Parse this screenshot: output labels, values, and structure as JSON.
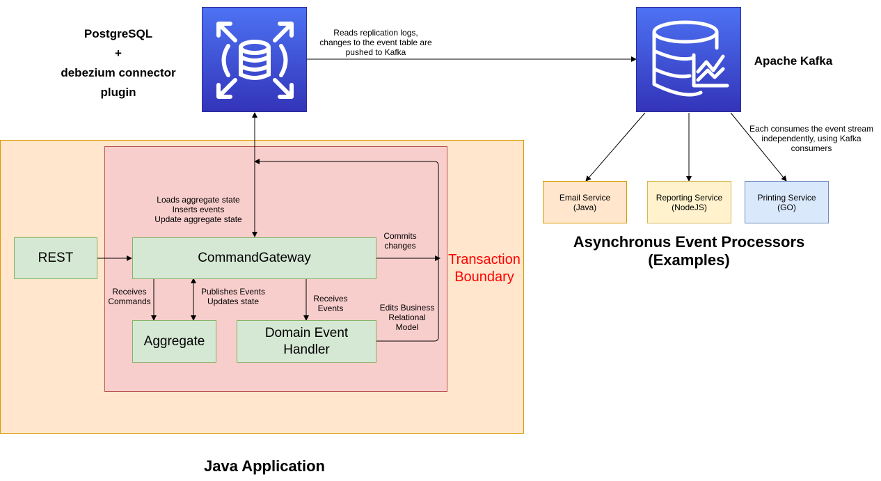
{
  "postgres_label": "PostgreSQL\n+\ndebezium connector\nplugin",
  "kafka_label": "Apache Kafka",
  "replication_note": "Reads replication logs,\nchanges to the event table are\npushed to Kafka",
  "consume_note": "Each consumes the event stream\nindependently, using Kafka\nconsumers",
  "services": {
    "email": "Email Service\n(Java)",
    "reporting": "Reporting Service\n(NodeJS)",
    "printing": "Printing Service\n(GO)"
  },
  "processors_title": "Asynchronus Event Processors\n(Examples)",
  "java_app_title": "Java Application",
  "transaction_label": "Transaction\nBoundary",
  "components": {
    "rest": "REST",
    "gateway": "CommandGateway",
    "aggregate": "Aggregate",
    "handler": "Domain Event\nHandler"
  },
  "notes": {
    "loads": "Loads aggregate state\nInserts events\nUpdate aggregate state",
    "commits": "Commits\nchanges",
    "receives_commands": "Receives\nCommands",
    "publishes": "Publishes Events\nUpdates state",
    "receives_events": "Receives\nEvents",
    "edits": "Edits Business\nRelational\nModel"
  },
  "colors": {
    "app_fill": "#ffe6cc",
    "boundary_fill": "#f8cecc",
    "component_fill": "#d5e8d4",
    "email_fill": "#ffe6cc",
    "reporting_fill": "#fff2cc",
    "printing_fill": "#dae8fc",
    "transaction_text": "#ff0000",
    "icon_blue": "#3f48cc"
  }
}
